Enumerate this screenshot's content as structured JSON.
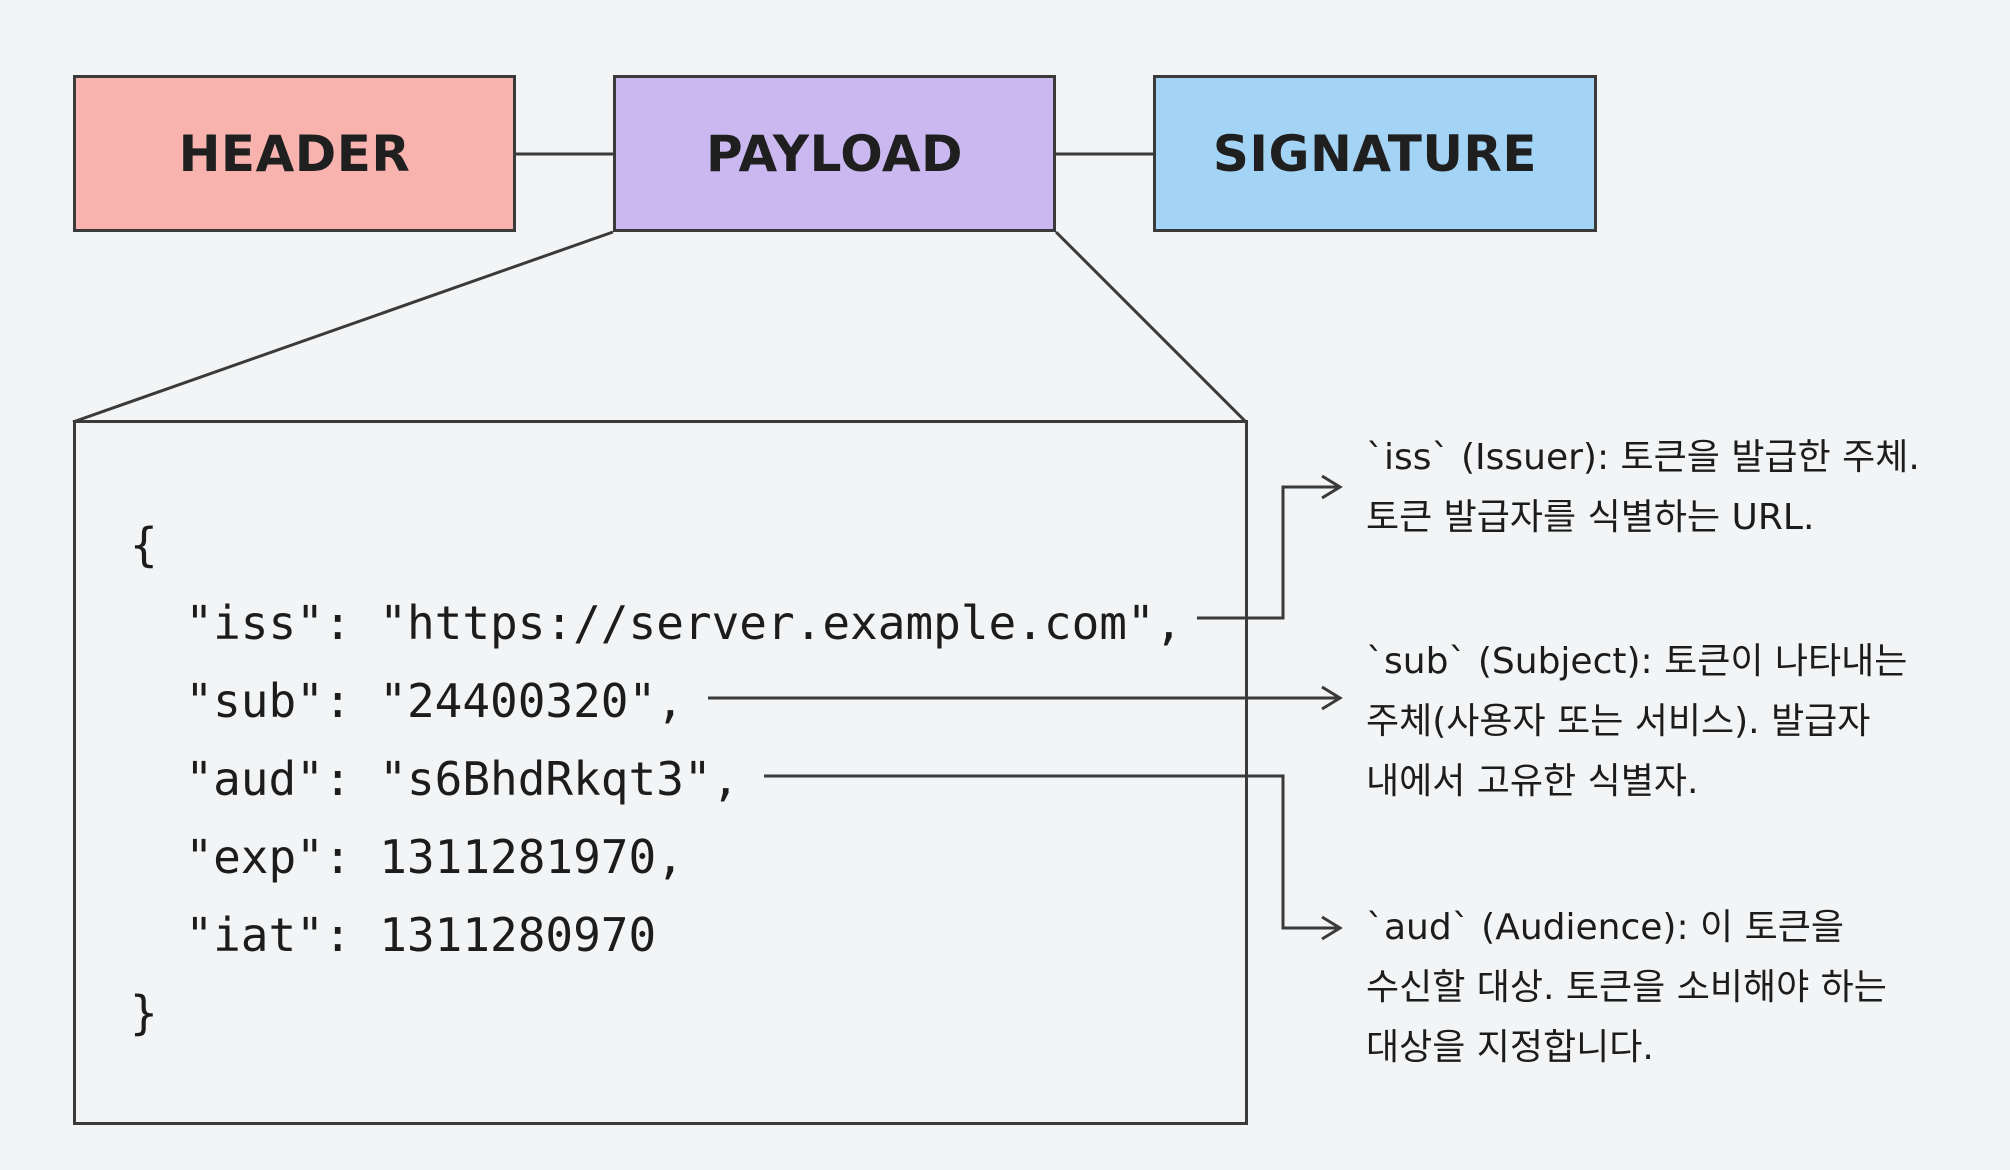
{
  "colors": {
    "header": "#f8b3ae",
    "payload": "#cbb8f0",
    "signature": "#a3d4f5",
    "line": "#3a3a3a",
    "background": "#f2f4f5"
  },
  "parts": {
    "header": "HEADER",
    "payload": "PAYLOAD",
    "signature": "SIGNATURE"
  },
  "code": [
    "{",
    "  \"iss\": \"https://server.example.com\",",
    "  \"sub\": \"24400320\",",
    "  \"aud\": \"s6BhdRkqt3\",",
    "  \"exp\": 1311281970,",
    "  \"iat\": 1311280970",
    "}"
  ],
  "annotations": {
    "iss": [
      "`iss` (Issuer): 토큰을 발급한 주체.",
      "토큰 발급자를 식별하는 URL."
    ],
    "sub": [
      "`sub` (Subject): 토큰이 나타내는",
      "주체(사용자 또는 서비스). 발급자",
      "내에서 고유한 식별자."
    ],
    "aud": [
      "`aud` (Audience): 이 토큰을",
      "수신할 대상. 토큰을 소비해야 하는",
      "대상을 지정합니다."
    ]
  }
}
